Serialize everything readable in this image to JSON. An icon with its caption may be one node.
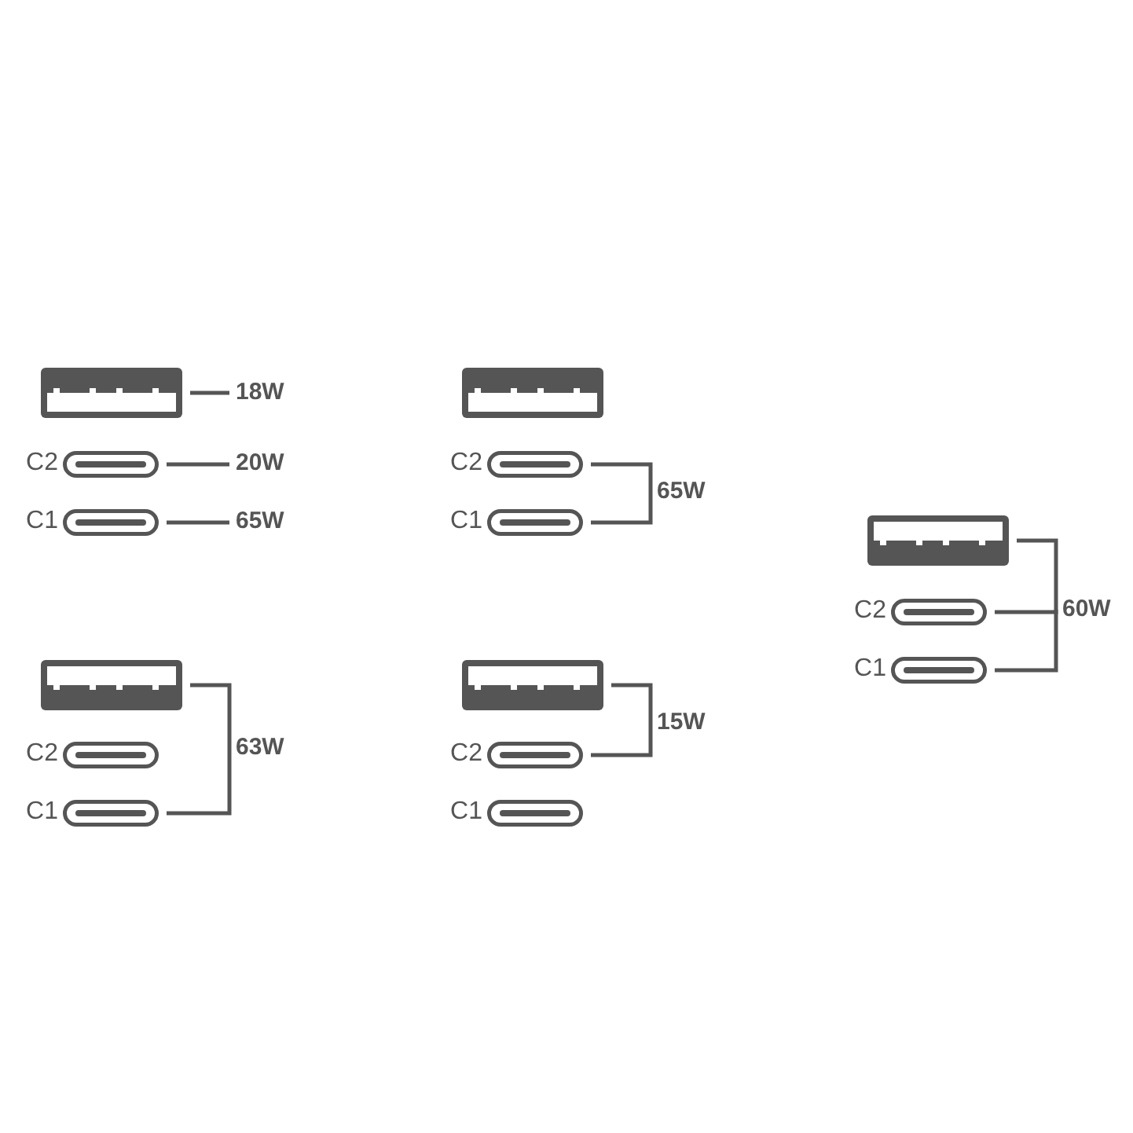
{
  "diagram": {
    "nodes": [
      {
        "text": [],
        "shape": "box"
      },
      {
        "text": [
          "18W"
        ]
      },
      {
        "text": [],
        "shape": "bar",
        "beside": [
          "C2"
        ]
      },
      {
        "text": [
          "20W"
        ]
      },
      {
        "text": [],
        "shape": "bar",
        "beside": [
          "C1"
        ]
      },
      {
        "text": [
          "65W"
        ]
      },
      {
        "text": [],
        "shape": "box"
      },
      {
        "text": [],
        "shape": "bar",
        "beside": [
          "C2"
        ]
      },
      {
        "text": [],
        "shape": "bar",
        "beside": [
          "C1"
        ]
      },
      {
        "text": [
          "65W"
        ]
      },
      {
        "text": [],
        "shape": "box"
      },
      {
        "text": [],
        "shape": "bar",
        "beside": [
          "C2"
        ]
      },
      {
        "text": [],
        "shape": "bar",
        "beside": [
          "C1"
        ]
      },
      {
        "text": [
          "63W"
        ]
      },
      {
        "text": [],
        "shape": "box"
      },
      {
        "text": [],
        "shape": "bar",
        "beside": [
          "C2"
        ]
      },
      {
        "text": [],
        "shape": "bar",
        "beside": [
          "C1"
        ]
      },
      {
        "text": [
          "15W"
        ]
      },
      {
        "text": [],
        "shape": "box"
      },
      {
        "text": [],
        "shape": "bar",
        "beside": [
          "C2"
        ]
      },
      {
        "text": [],
        "shape": "bar",
        "beside": [
          "C1"
        ]
      },
      {
        "text": [
          "60W"
        ]
      }
    ],
    "edges": [
      {
        "from": 0,
        "to": 1,
        "arrow": "none"
      },
      {
        "from": 2,
        "to": 3,
        "arrow": "none"
      },
      {
        "from": 4,
        "to": 5,
        "arrow": "none"
      },
      {
        "from": 7,
        "to": 9,
        "arrow": "none"
      },
      {
        "from": 8,
        "to": 9,
        "arrow": "none"
      },
      {
        "from": 10,
        "to": 13,
        "arrow": "none"
      },
      {
        "from": 12,
        "to": 13,
        "arrow": "none"
      },
      {
        "from": 14,
        "to": 17,
        "arrow": "none"
      },
      {
        "from": 15,
        "to": 17,
        "arrow": "none"
      },
      {
        "from": 18,
        "to": 21,
        "arrow": "none"
      },
      {
        "from": 19,
        "to": 21,
        "arrow": "none"
      },
      {
        "from": 20,
        "to": 21,
        "arrow": "none"
      }
    ]
  }
}
